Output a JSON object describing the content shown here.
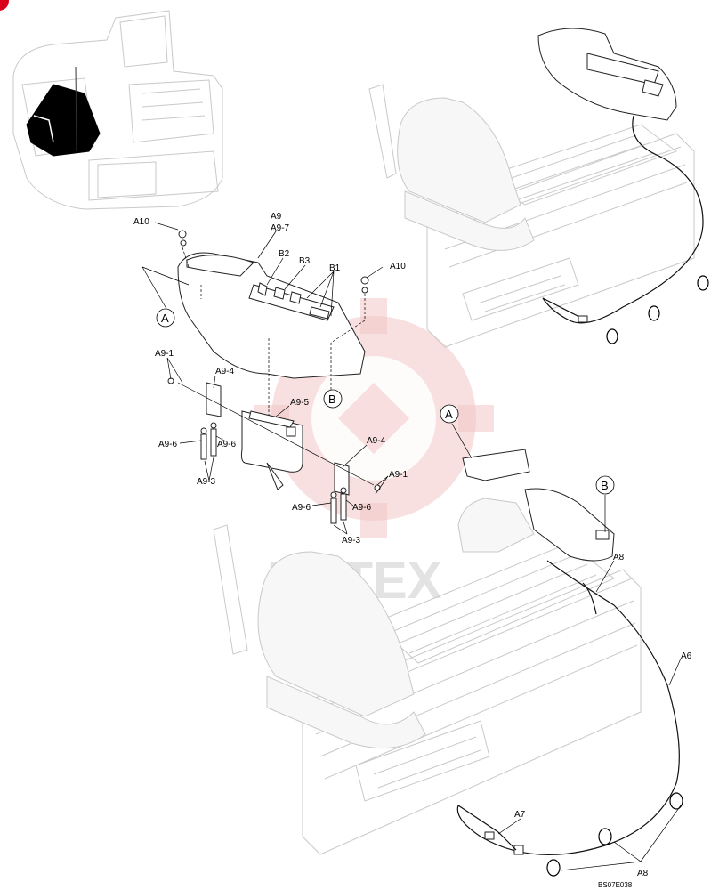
{
  "labels": {
    "a10_left": "A10",
    "a9": "A9",
    "a9_7": "A9-7",
    "b2": "B2",
    "b3": "B3",
    "b1": "B1",
    "a10_right": "A10",
    "a": "A",
    "b": "B",
    "a9_1_left": "A9-1",
    "a9_4_left": "A9-4",
    "a9_5": "A9-5",
    "a9_6_left1": "A9-6",
    "a9_6_left2": "A9-6",
    "a9_3_left": "A9-3",
    "a9_4_right": "A9-4",
    "a9_1_right": "A9-1",
    "a9_6_right1": "A9-6",
    "a9_6_right2": "A9-6",
    "a9_3_right": "A9-3",
    "a_lower": "A",
    "b_lower": "B",
    "a8_top": "A8",
    "a6": "A6",
    "a7": "A7",
    "a8_bottom": "A8",
    "figure_code": "BS07E038"
  },
  "watermark": {
    "text": "ИНТЕХ"
  },
  "colors": {
    "watermark_red": "#f2c7c7",
    "corner_mark": "#d8001c"
  }
}
